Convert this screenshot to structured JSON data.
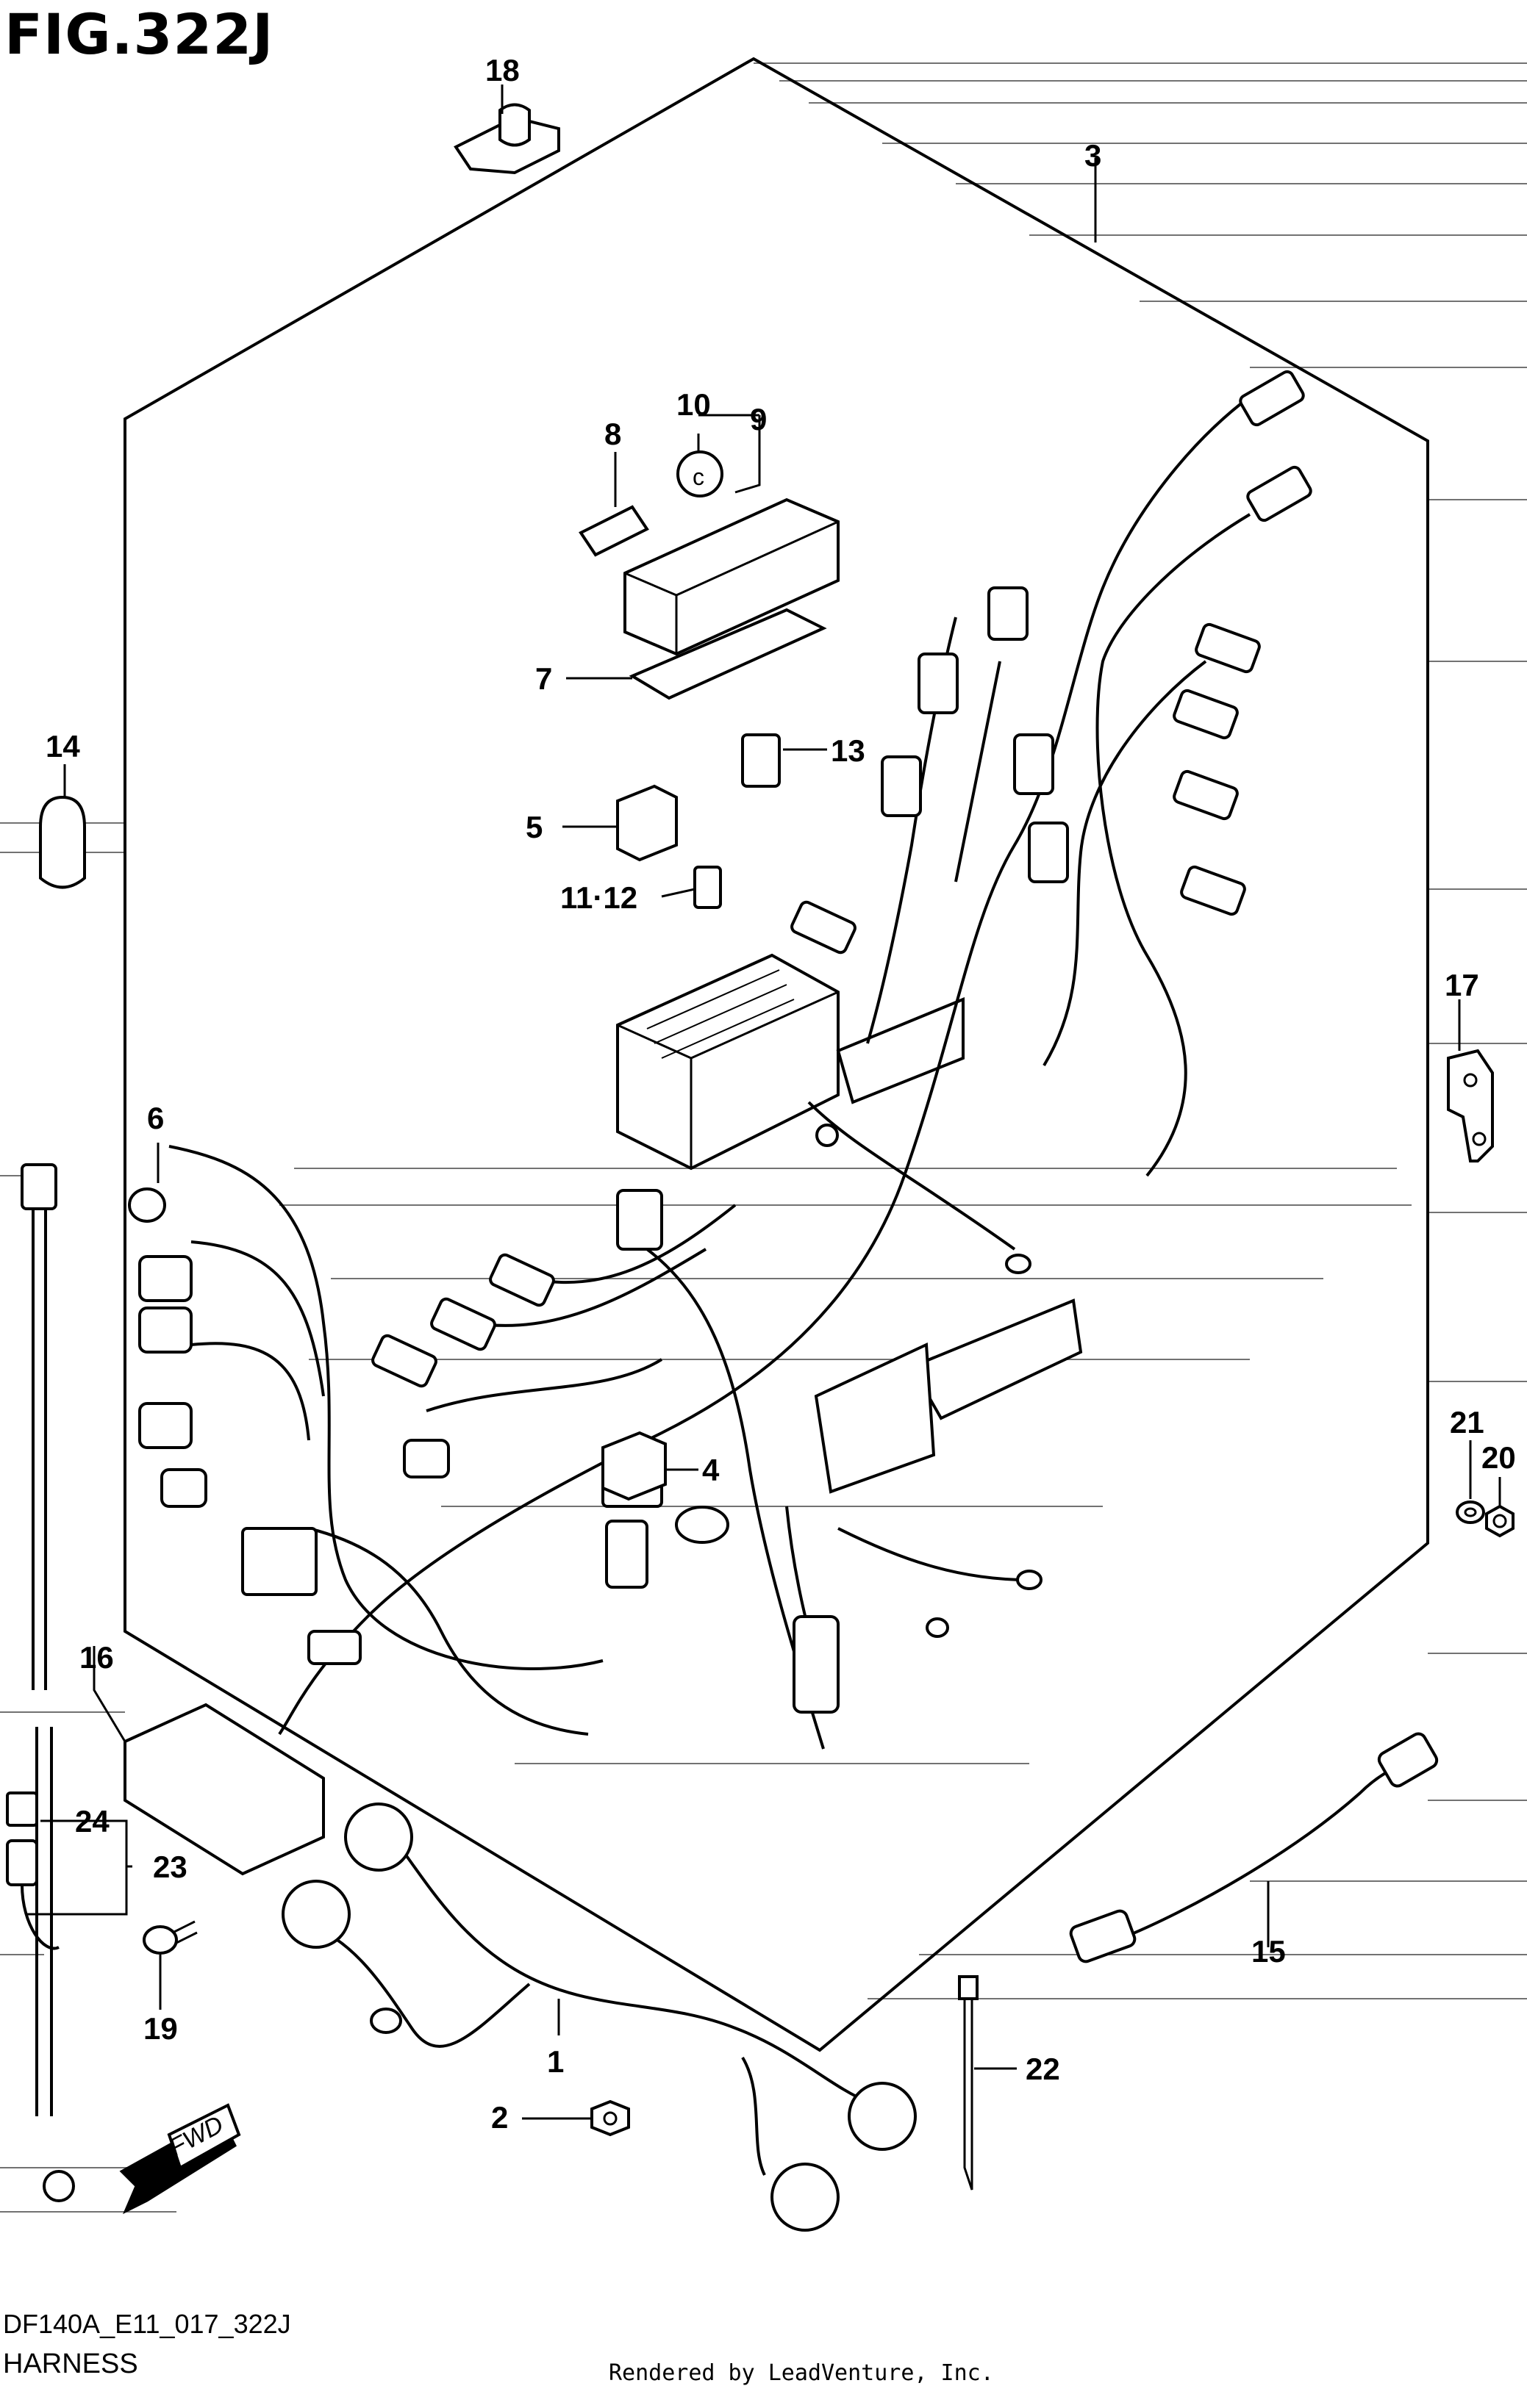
{
  "figure": {
    "title": "FIG.322J",
    "diagram_code": "DF140A_E11_017_322J",
    "section_name": "HARNESS",
    "render_credit": "Rendered by LeadVenture, Inc."
  },
  "callouts": [
    {
      "id": "c1",
      "label": "1"
    },
    {
      "id": "c2",
      "label": "2"
    },
    {
      "id": "c3",
      "label": "3"
    },
    {
      "id": "c4",
      "label": "4"
    },
    {
      "id": "c5",
      "label": "5"
    },
    {
      "id": "c6",
      "label": "6"
    },
    {
      "id": "c7",
      "label": "7"
    },
    {
      "id": "c8",
      "label": "8"
    },
    {
      "id": "c9",
      "label": "9"
    },
    {
      "id": "c10",
      "label": "10"
    },
    {
      "id": "c11_12",
      "label": "11·12"
    },
    {
      "id": "c13",
      "label": "13"
    },
    {
      "id": "c14",
      "label": "14"
    },
    {
      "id": "c15",
      "label": "15"
    },
    {
      "id": "c16",
      "label": "16"
    },
    {
      "id": "c17",
      "label": "17"
    },
    {
      "id": "c18",
      "label": "18"
    },
    {
      "id": "c19",
      "label": "19"
    },
    {
      "id": "c20",
      "label": "20"
    },
    {
      "id": "c21",
      "label": "21"
    },
    {
      "id": "c22",
      "label": "22"
    },
    {
      "id": "c23",
      "label": "23"
    },
    {
      "id": "c24",
      "label": "24"
    }
  ],
  "direction_arrow": {
    "label": "FWD"
  },
  "icons": [
    "harness-assembly",
    "fuse-box",
    "relay",
    "ecu-connector",
    "fwd-arrow"
  ]
}
